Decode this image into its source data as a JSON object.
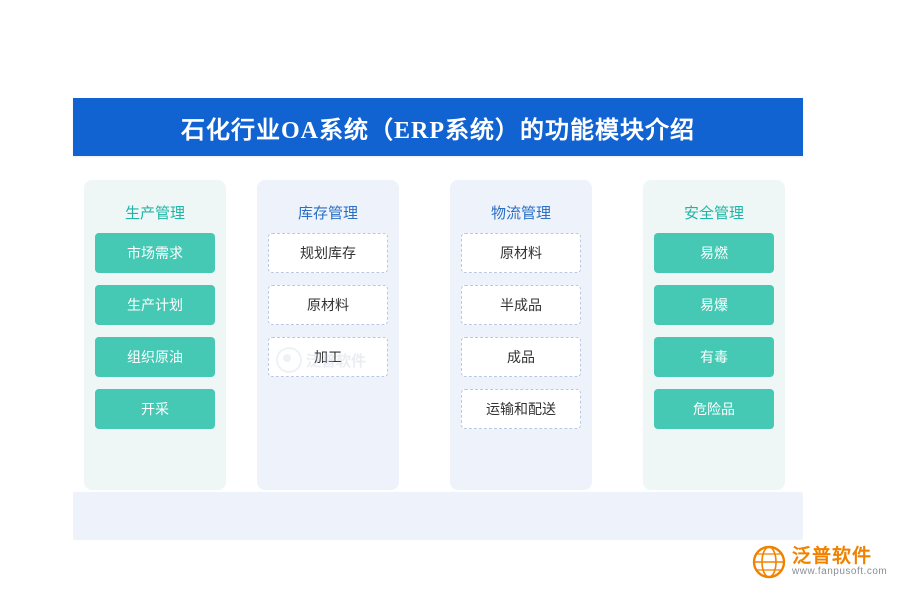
{
  "title": {
    "text": "石化行业OA系统（ERP系统）的功能模块介绍"
  },
  "columns": [
    {
      "header": "生产管理",
      "items": [
        "市场需求",
        "生产计划",
        "组织原油",
        "开采"
      ]
    },
    {
      "header": "库存管理",
      "items": [
        "规划库存",
        "原材料",
        "加工"
      ]
    },
    {
      "header": "物流管理",
      "items": [
        "原材料",
        "半成品",
        "成品",
        "运输和配送"
      ]
    },
    {
      "header": "安全管理",
      "items": [
        "易燃",
        "易爆",
        "有毒",
        "危险品"
      ]
    }
  ],
  "watermark": {
    "text": "泛普软件"
  },
  "logo": {
    "cn": "泛普软件",
    "en": "www.fanpusoft.com"
  },
  "colors": {
    "title_bar": "#1263d2",
    "chip_solid": "#45c8b4",
    "header_teal": "#1fb5a6",
    "header_blue": "#2a6fc4",
    "panel_teal": "#eef6f6",
    "panel_blue": "#eef3fb",
    "logo_orange": "#f08200"
  }
}
